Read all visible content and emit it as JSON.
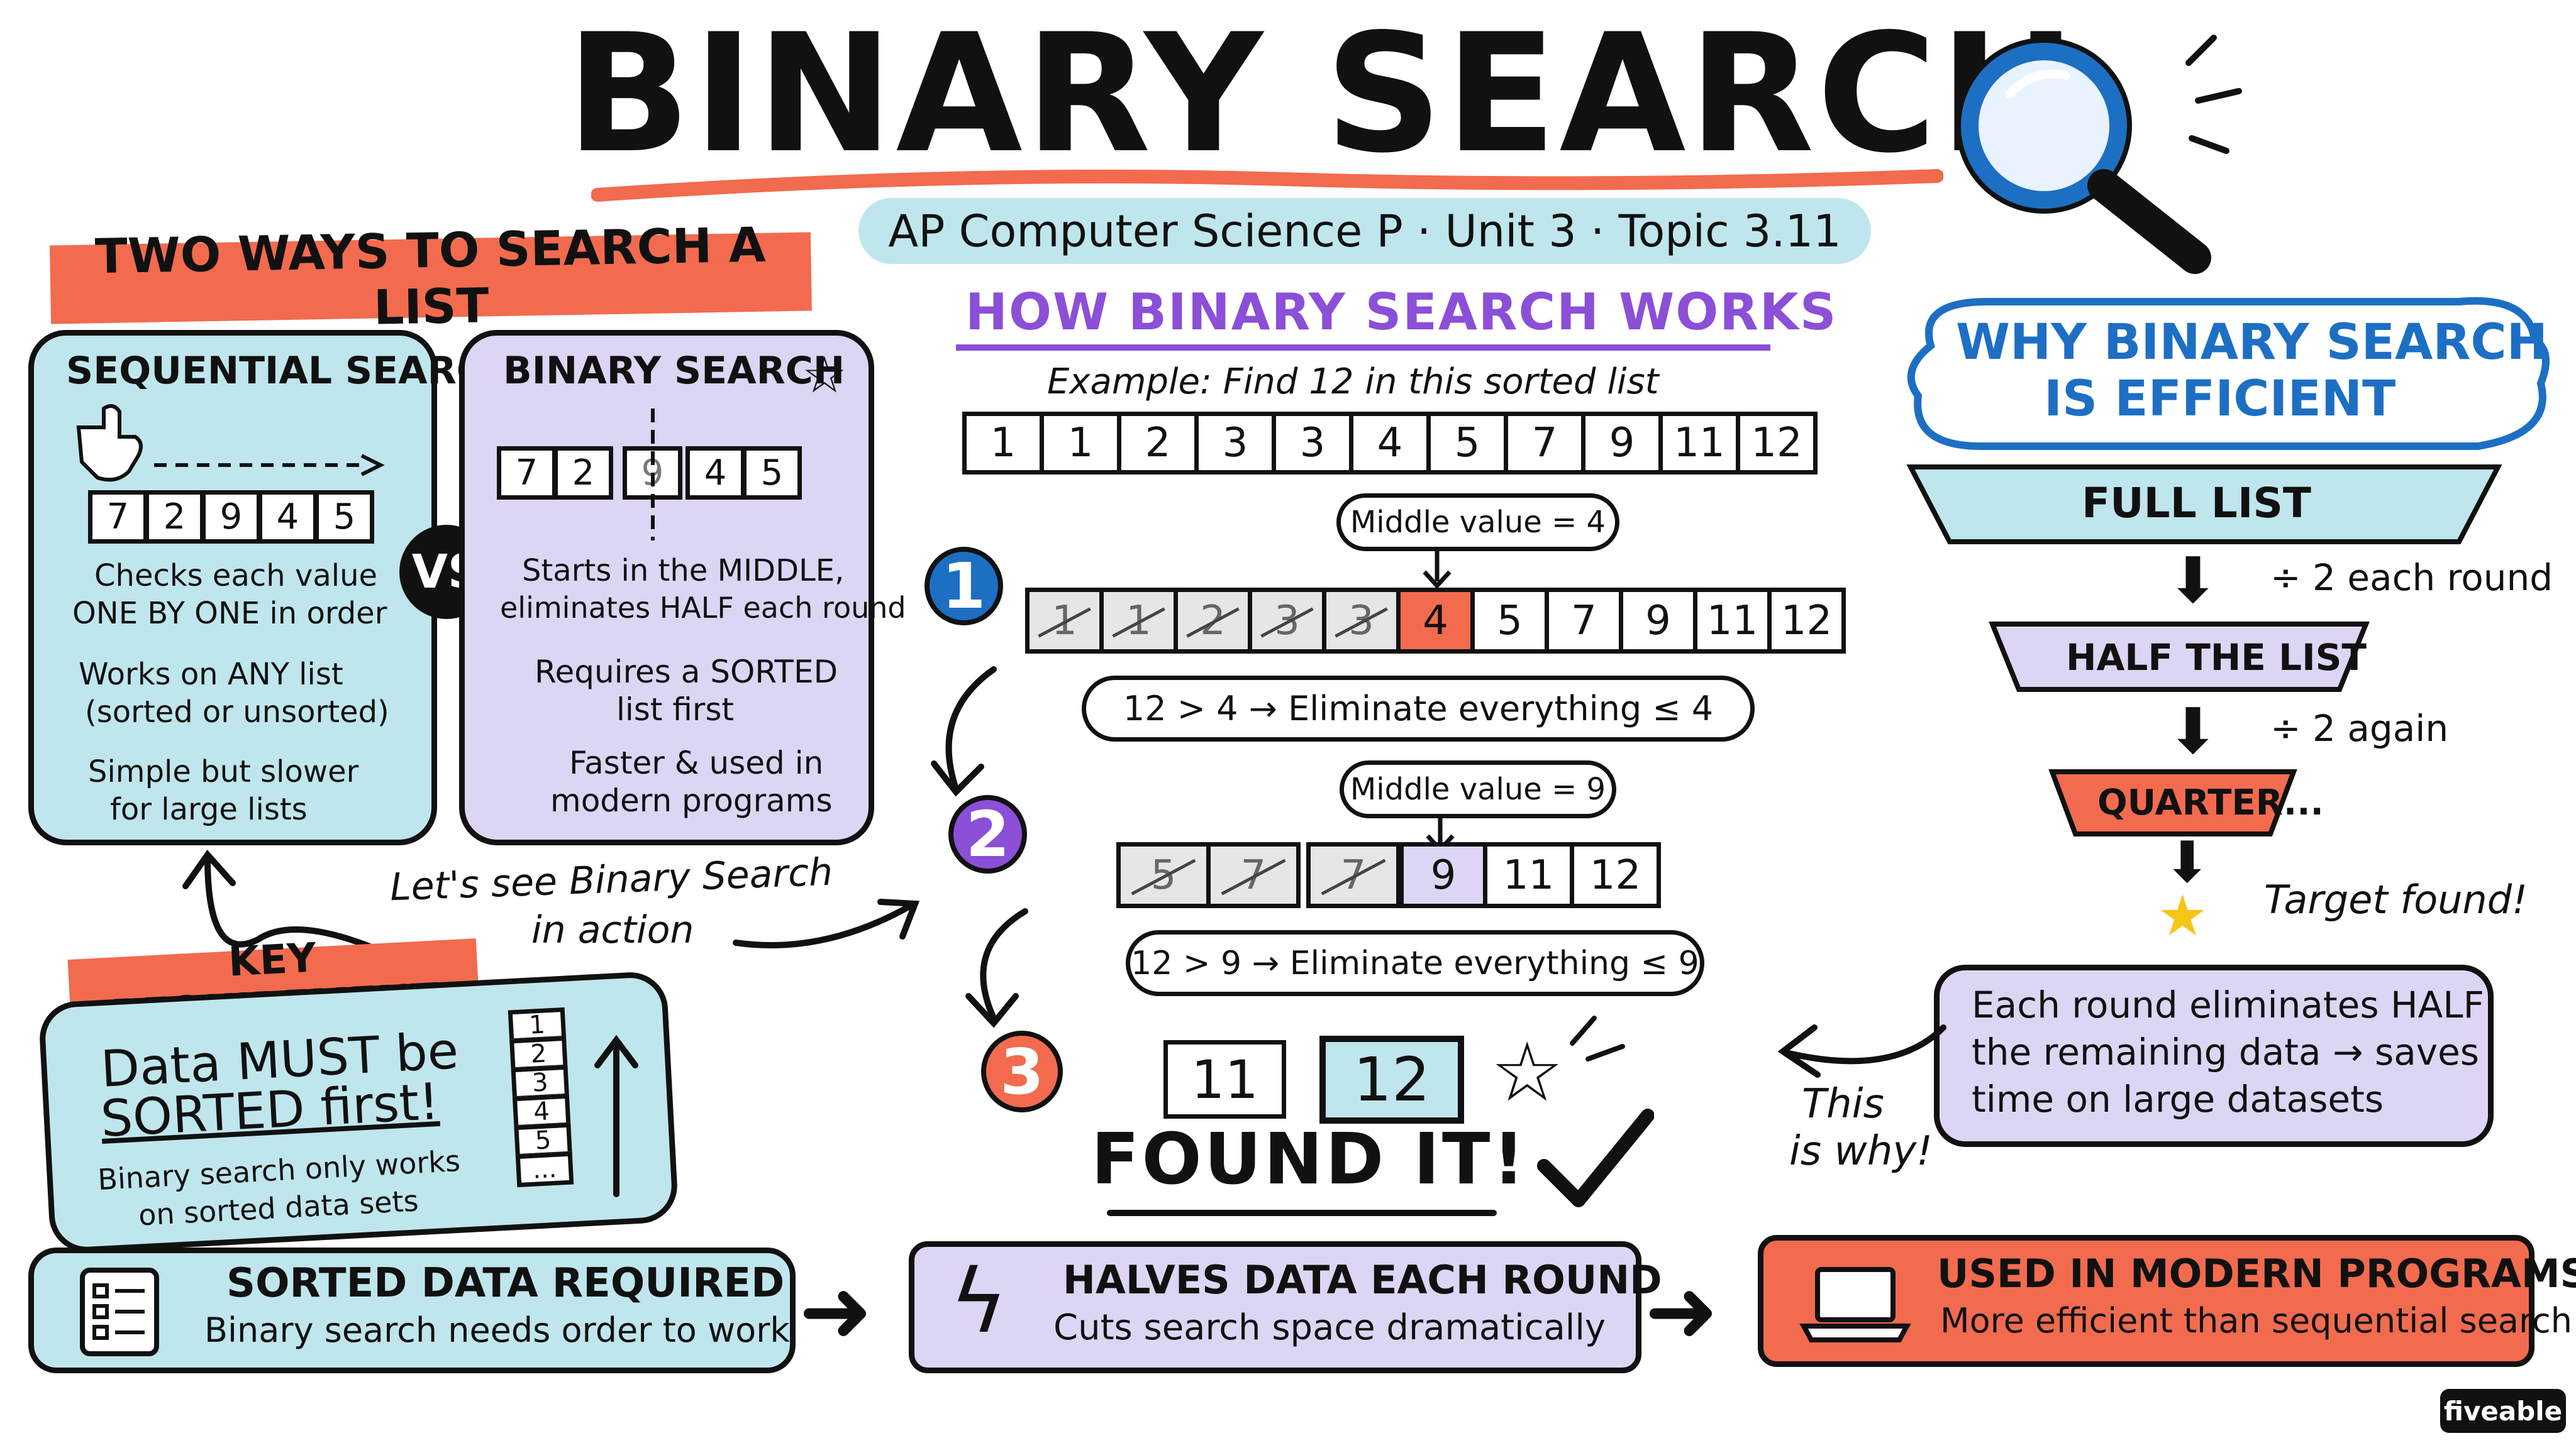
{
  "title": "BINARY SEARCH",
  "subtitle": "AP Computer Science P · Unit 3 · Topic 3.11",
  "left": {
    "banner": "TWO WAYS TO SEARCH A LIST",
    "sequential": {
      "title": "SEQUENTIAL SEARCH",
      "cells": [
        "7",
        "2",
        "9",
        "4",
        "5"
      ],
      "lines": [
        "Checks each value",
        "ONE BY ONE in order",
        "Works on ANY list",
        "(sorted or unsorted)",
        "Simple but slower",
        "for large lists"
      ]
    },
    "vs": "VS",
    "binary": {
      "title": "BINARY SEARCH",
      "cells": [
        "7",
        "2",
        "9",
        "4",
        "5"
      ],
      "lines": [
        "Starts in the MIDDLE,",
        "eliminates HALF each round",
        "Requires a SORTED",
        "list first",
        "Faster & used in",
        "modern programs"
      ]
    },
    "action_note_1": "Let's see Binary Search",
    "action_note_2": "in action",
    "key_req": {
      "banner": "KEY REQUIREMENT",
      "line1": "Data MUST be",
      "line2": "SORTED first!",
      "small1": "Binary search only works",
      "small2": "on sorted data sets",
      "stack": [
        "1",
        "2",
        "3",
        "4",
        "5",
        "..."
      ]
    }
  },
  "middle": {
    "heading": "HOW BINARY SEARCH WORKS",
    "example": "Example: Find 12 in this sorted list",
    "list": [
      "1",
      "1",
      "2",
      "3",
      "3",
      "4",
      "5",
      "7",
      "9",
      "11",
      "12"
    ],
    "step1": {
      "num": "1",
      "middle_label": "Middle value = 4",
      "cells": [
        "1",
        "1",
        "2",
        "3",
        "3",
        "4",
        "5",
        "7",
        "9",
        "11",
        "12"
      ],
      "note": "12 > 4 → Eliminate everything ≤ 4"
    },
    "step2": {
      "num": "2",
      "middle_label": "Middle value = 9",
      "cells": [
        "5",
        "7",
        "7",
        "9",
        "11",
        "12"
      ],
      "note": "12 > 9 → Eliminate everything ≤ 9"
    },
    "step3": {
      "num": "3",
      "cells": [
        "11",
        "12"
      ],
      "found": "FOUND IT!"
    }
  },
  "right": {
    "heading_1": "WHY BINARY SEARCH",
    "heading_2": "IS EFFICIENT",
    "full_list": "FULL LIST",
    "div1": "÷ 2 each round",
    "half": "HALF THE LIST",
    "div2": "÷ 2 again",
    "quarter": "QUARTER...",
    "target": "Target found!",
    "note_1": "Each round eliminates HALF",
    "note_2": "the remaining data → saves",
    "note_3": "time on large datasets",
    "this_is_why_1": "This",
    "this_is_why_2": "is why!"
  },
  "bottom": {
    "b1_title": "SORTED DATA REQUIRED",
    "b1_sub": "Binary search needs order to work",
    "b2_title": "HALVES DATA EACH ROUND",
    "b2_sub": "Cuts search space dramatically",
    "b3_title": "USED IN MODERN PROGRAMS",
    "b3_sub": "More efficient than sequential search"
  },
  "brand": "fiveable",
  "colors": {
    "teal": "#bfe6ec",
    "lavender": "#ddd5f3",
    "orange": "#f26b4f",
    "purple": "#8b4fd8",
    "blue": "#1d6fc4",
    "ink": "#111111"
  }
}
